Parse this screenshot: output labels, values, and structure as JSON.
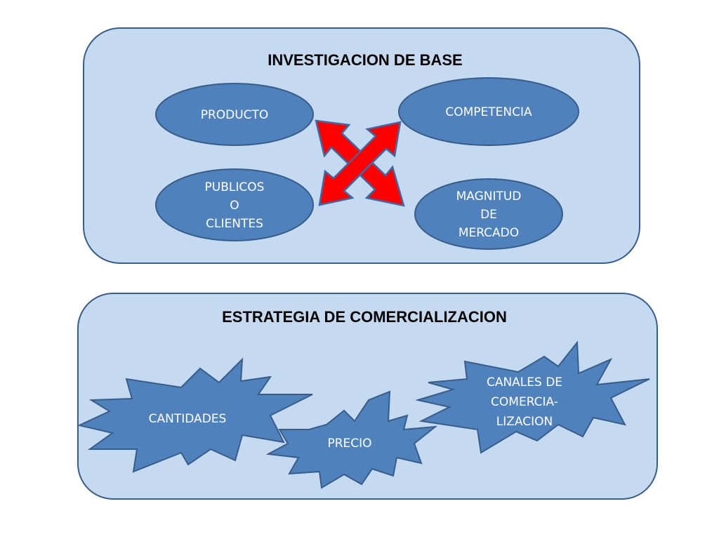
{
  "colors": {
    "panel_fill": "#c5d9f1",
    "panel_stroke": "#385d8a",
    "node_fill": "#4f81bd",
    "node_stroke": "#385d8a",
    "arrow_fill": "#ff0000",
    "arrow_stroke": "#3a6aa8",
    "title_text": "#000000",
    "node_text": "#ffffff"
  },
  "investigacion": {
    "title": "INVESTIGACION DE BASE",
    "producto": [
      "PRODUCTO"
    ],
    "competencia": [
      "COMPETENCIA"
    ],
    "publicos": [
      "PUBLICOS",
      "O",
      "CLIENTES"
    ],
    "magnitud": [
      "MAGNITUD",
      "DE",
      "MERCADO"
    ],
    "connector_icon": "four-way-arrow-icon"
  },
  "estrategia": {
    "title": "ESTRATEGIA DE COMERCIALIZACION",
    "cantidades": [
      "CANTIDADES"
    ],
    "precio": [
      "PRECIO"
    ],
    "canales": [
      "CANALES DE",
      "COMERCIA-",
      "LIZACION"
    ]
  }
}
